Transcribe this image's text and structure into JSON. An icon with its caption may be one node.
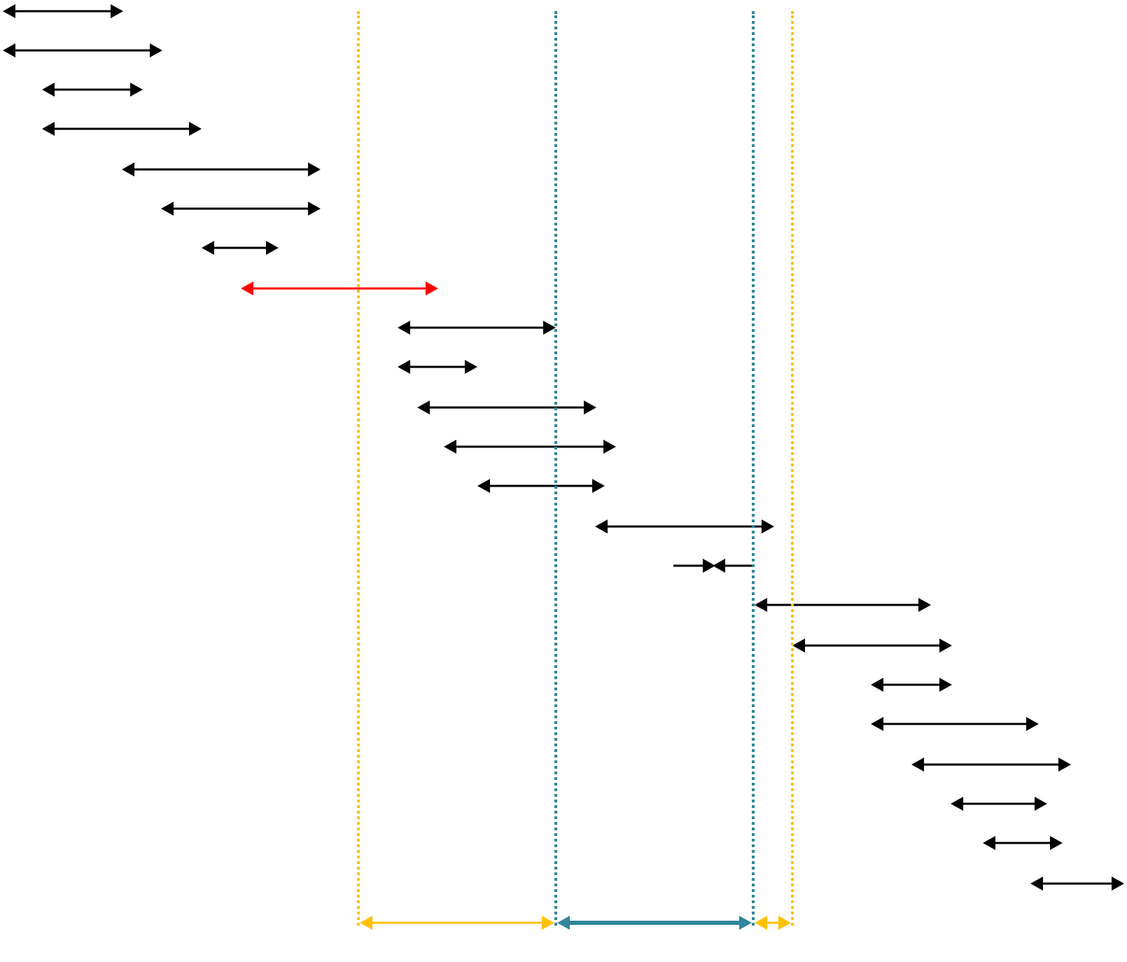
{
  "diagram": {
    "nodes": [
      {
        "text": [],
        "shape": "line"
      },
      {
        "text": [],
        "shape": "line"
      },
      {
        "text": [],
        "shape": "line"
      },
      {
        "text": [],
        "shape": "line"
      }
    ],
    "edges": [
      {
        "from": 0,
        "to": 1,
        "arrow": "both",
        "color": "#ffc000"
      },
      {
        "from": 1,
        "to": 2,
        "arrow": "both",
        "color": "#31859c",
        "style": "thick"
      },
      {
        "from": 2,
        "to": 3,
        "arrow": "both",
        "color": "#ffc000"
      }
    ]
  }
}
